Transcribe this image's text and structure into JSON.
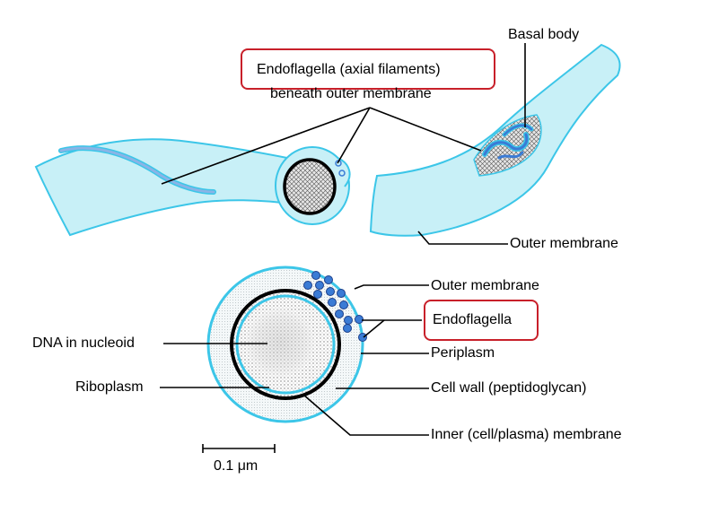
{
  "labels": {
    "basal_body": "Basal body",
    "endoflagella_top": "Endoflagella (axial filaments)",
    "beneath": "beneath outer membrane",
    "outer_membrane_top": "Outer membrane",
    "outer_membrane": "Outer membrane",
    "endoflagella": "Endoflagella",
    "periplasm": "Periplasm",
    "cell_wall": "Cell wall (peptidoglycan)",
    "inner_membrane": "Inner (cell/plasma) membrane",
    "dna": "DNA in nucleoid",
    "riboplasm": "Riboplasm",
    "scale": "0.1 μm"
  },
  "colors": {
    "cell_fill": "#c8f0f7",
    "membrane": "#3cc6e8",
    "flagella": "#3a7bd5",
    "highlight_box": "#c8202a"
  }
}
